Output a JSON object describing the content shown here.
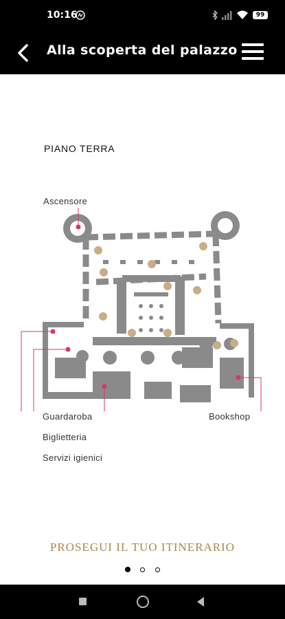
{
  "status_bar": {
    "time": "10:16",
    "battery": "99",
    "icons": [
      "nfc-icon",
      "bluetooth-icon",
      "signal-icon",
      "wifi-icon",
      "battery-icon"
    ]
  },
  "app_bar": {
    "title": "Alla scoperta del palazzo",
    "back_icon": "chevron-left-icon",
    "menu_icon": "hamburger-menu-icon"
  },
  "floor": {
    "title": "PIANO TERRA",
    "labels": {
      "elevator": "Ascensore",
      "cloakroom": "Guardaroba",
      "ticket_office": "Biglietteria",
      "restrooms": "Servizi igienici",
      "bookshop": "Bookshop"
    }
  },
  "colors": {
    "accent": "#a8874f",
    "marker_gold": "#c8ad86",
    "marker_pink": "#d9336f",
    "wall_gray": "#8a8a8a"
  },
  "cta": {
    "label": "PROSEGUI IL TUO ITINERARIO"
  },
  "pagination": {
    "current": 1,
    "total": 3
  },
  "nav_bar": {
    "icons": [
      "square-recents-icon",
      "circle-home-icon",
      "triangle-back-icon"
    ]
  }
}
